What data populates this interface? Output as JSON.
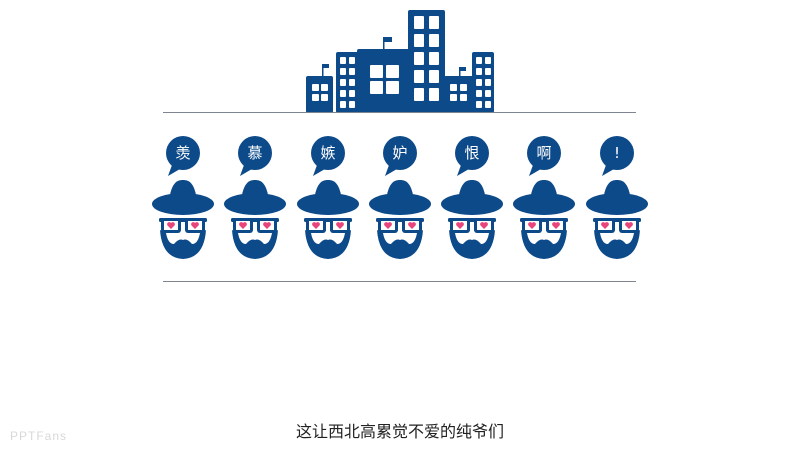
{
  "colors": {
    "primary": "#0d4a8a",
    "heart": "#e8457a"
  },
  "people": [
    {
      "word": "羡"
    },
    {
      "word": "慕"
    },
    {
      "word": "嫉"
    },
    {
      "word": "妒"
    },
    {
      "word": "恨"
    },
    {
      "word": "啊"
    },
    {
      "word": "!"
    }
  ],
  "subtitle": "这让西北高累觉不爱的纯爷们",
  "watermark": "PPTFans"
}
